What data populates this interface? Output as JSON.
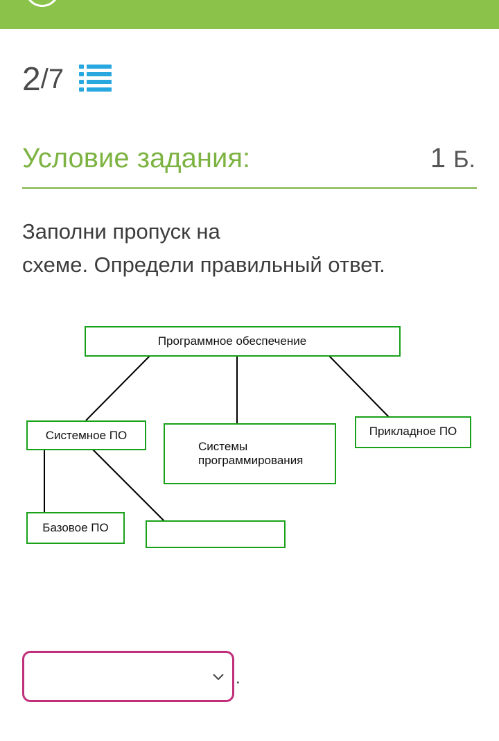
{
  "header": {
    "progress_current": "2",
    "progress_separator": "/",
    "progress_total": "7"
  },
  "task": {
    "title": "Условие задания:",
    "points_value": "1",
    "points_unit": "Б."
  },
  "question": {
    "line1": "Заполни пропуск на",
    "line2": "схеме. Определи правильный ответ."
  },
  "diagram": {
    "root": "Программное обеспечение",
    "system_sw": "Системное ПО",
    "programming_systems_line1": "Системы",
    "programming_systems_line2": "программирования",
    "applied_sw": "Прикладное ПО",
    "base_sw": "Базовое ПО",
    "blank": ""
  },
  "answer": {
    "selected": "",
    "suffix": "."
  },
  "colors": {
    "brand_green": "#8bc34a",
    "title_green": "#7cb342",
    "box_border": "#1aa11a",
    "select_border": "#c0307a",
    "list_icon": "#29a8e0"
  },
  "icons": {
    "list": "list-icon",
    "dropdown": "chevron-down-icon"
  }
}
